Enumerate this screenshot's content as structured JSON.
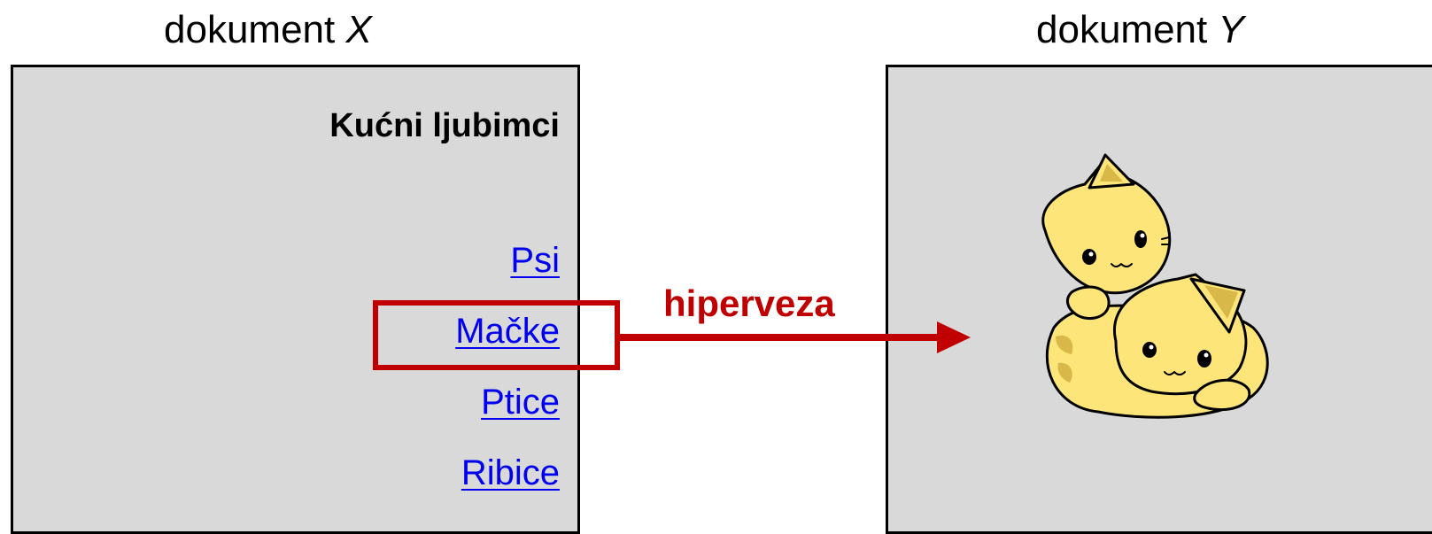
{
  "document_x": {
    "title_prefix": "dokument ",
    "title_var": "X",
    "heading": "Kućni ljubimci",
    "links": [
      "Psi",
      "Mačke",
      "Ptice",
      "Ribice"
    ]
  },
  "document_y": {
    "title_prefix": "dokument ",
    "title_var": "Y",
    "image": "cats-illustration"
  },
  "arrow": {
    "label": "hiperveza"
  },
  "colors": {
    "accent": "#c00000",
    "link": "#0000ee",
    "panel": "#d9d9d9"
  }
}
